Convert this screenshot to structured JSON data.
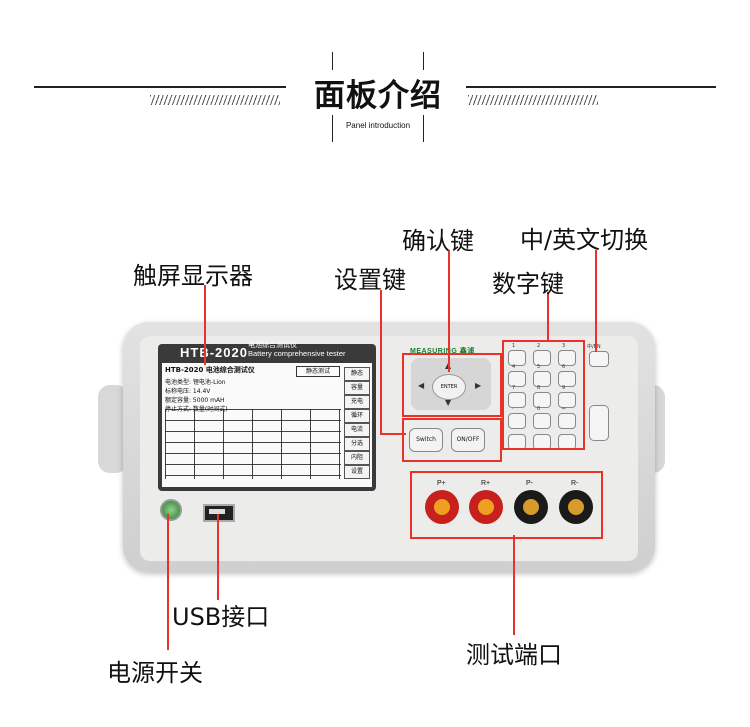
{
  "header": {
    "title": "面板介绍",
    "subtitle": "Panel introduction"
  },
  "labels": {
    "touchscreen": "触屏显示器",
    "settings_key": "设置键",
    "confirm_key": "确认键",
    "lang_switch": "中/英文切换",
    "numeric_keys": "数字键",
    "usb_port": "USB接口",
    "power_switch": "电源开关",
    "test_ports": "测试端口"
  },
  "device": {
    "model": "HTB-2020",
    "model_cn": "电池综合测试仪",
    "model_en": "Battery comprehensive tester",
    "brand": "MEASURING",
    "brand_cn": "鑫浦",
    "screen": {
      "title": "HTB-2020 电池综合测试仪",
      "tab": "静态测试",
      "rows": [
        "电池类型:  锂电池-Lion",
        "标称电压:     14.4V",
        "额定容量:    5000  mAH",
        "停止方式:  数量(时间式)"
      ],
      "side_buttons": [
        "静态",
        "容量",
        "充电",
        "循环",
        "电流",
        "分选",
        "内阻",
        "设置"
      ]
    },
    "buttons": {
      "switch": "Switch",
      "onoff": "ON/OFF",
      "enter": "ENTER",
      "cn_en": "中/EN"
    },
    "keypad": [
      "1",
      "2",
      "3",
      "4",
      "5",
      "6",
      "7",
      "8",
      "9",
      "0",
      "·",
      "←"
    ],
    "terminals": [
      "P+",
      "R+",
      "P-",
      "R-"
    ]
  },
  "colors": {
    "accent": "#e8322a",
    "chassis": "#d4d4d4",
    "terminal_red": "#c8201c",
    "terminal_black": "#1a1a1a"
  }
}
